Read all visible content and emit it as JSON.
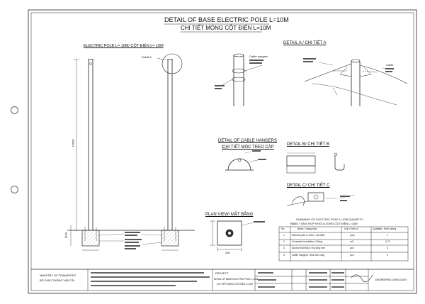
{
  "title": {
    "main": "DETAIL OF BASE ELECTRIC POLE L=10M",
    "sub": "CHI TIẾT MÓNG CỘT ĐIỆN L=10M"
  },
  "sections": {
    "pole": "ELECTRIC POLE L= 10M/ CỘT ĐIỆN L= 10M",
    "detail_a": "DETAIL A / CHI TIẾT A",
    "hangers": "DETAIL OF CABLE HANGERS",
    "hangers_vn": "CHI TIẾT MÓC TREO CÁP",
    "detail_b": "DETAIL B/ CHI TIẾT B",
    "detail_c": "DETAIL C/ CHI TIẾT C",
    "plan": "PLAN VIEW/ MẶT BẰNG"
  },
  "labels": {
    "detail_a_ref": "Detail A",
    "cable_hangers": "Cable hangers",
    "cable": "Cable",
    "dim_10m": "10000",
    "dim_base": "1100",
    "dim_plan": "400"
  },
  "summary": {
    "title": "SUMMARY OF ELECTRIC POLE L=10M QUANTITY",
    "title_vn": "BẢNG TỔNG HỢP KHỐI LƯỢNG CỘT ĐIỆN L=10M",
    "headers": [
      "No.",
      "Items / Hạng mục",
      "Unit / Đơn vị",
      "Quantity / Khối lượng"
    ],
    "rows": [
      [
        "1",
        "Electric pole L=10m / Cột điện",
        "pole",
        "1"
      ],
      [
        "2",
        "Concrete foundation / Móng",
        "m3",
        "0.72"
      ],
      [
        "3",
        "Anchor bolt M16 / Bu lông neo",
        "pcs",
        "4"
      ],
      [
        "4",
        "Cable hangers / Móc treo cáp",
        "pcs",
        "2"
      ]
    ]
  },
  "titleblock": {
    "owner": "MINISTRY OF TRANSPORT",
    "owner_vn": "BỘ GIAO THÔNG VẬN TẢI",
    "project": "PROJECT",
    "drawing_name": "DETAIL OF BASE ELECTRIC POLE L=10M",
    "drawing_name_vn": "CHI TIẾT MÓNG CỘT ĐIỆN L=10M",
    "company": "ENGINEERING CONSULTANT"
  },
  "colors": {
    "line": "#222222",
    "light": "#888888",
    "hatch": "#999999"
  }
}
